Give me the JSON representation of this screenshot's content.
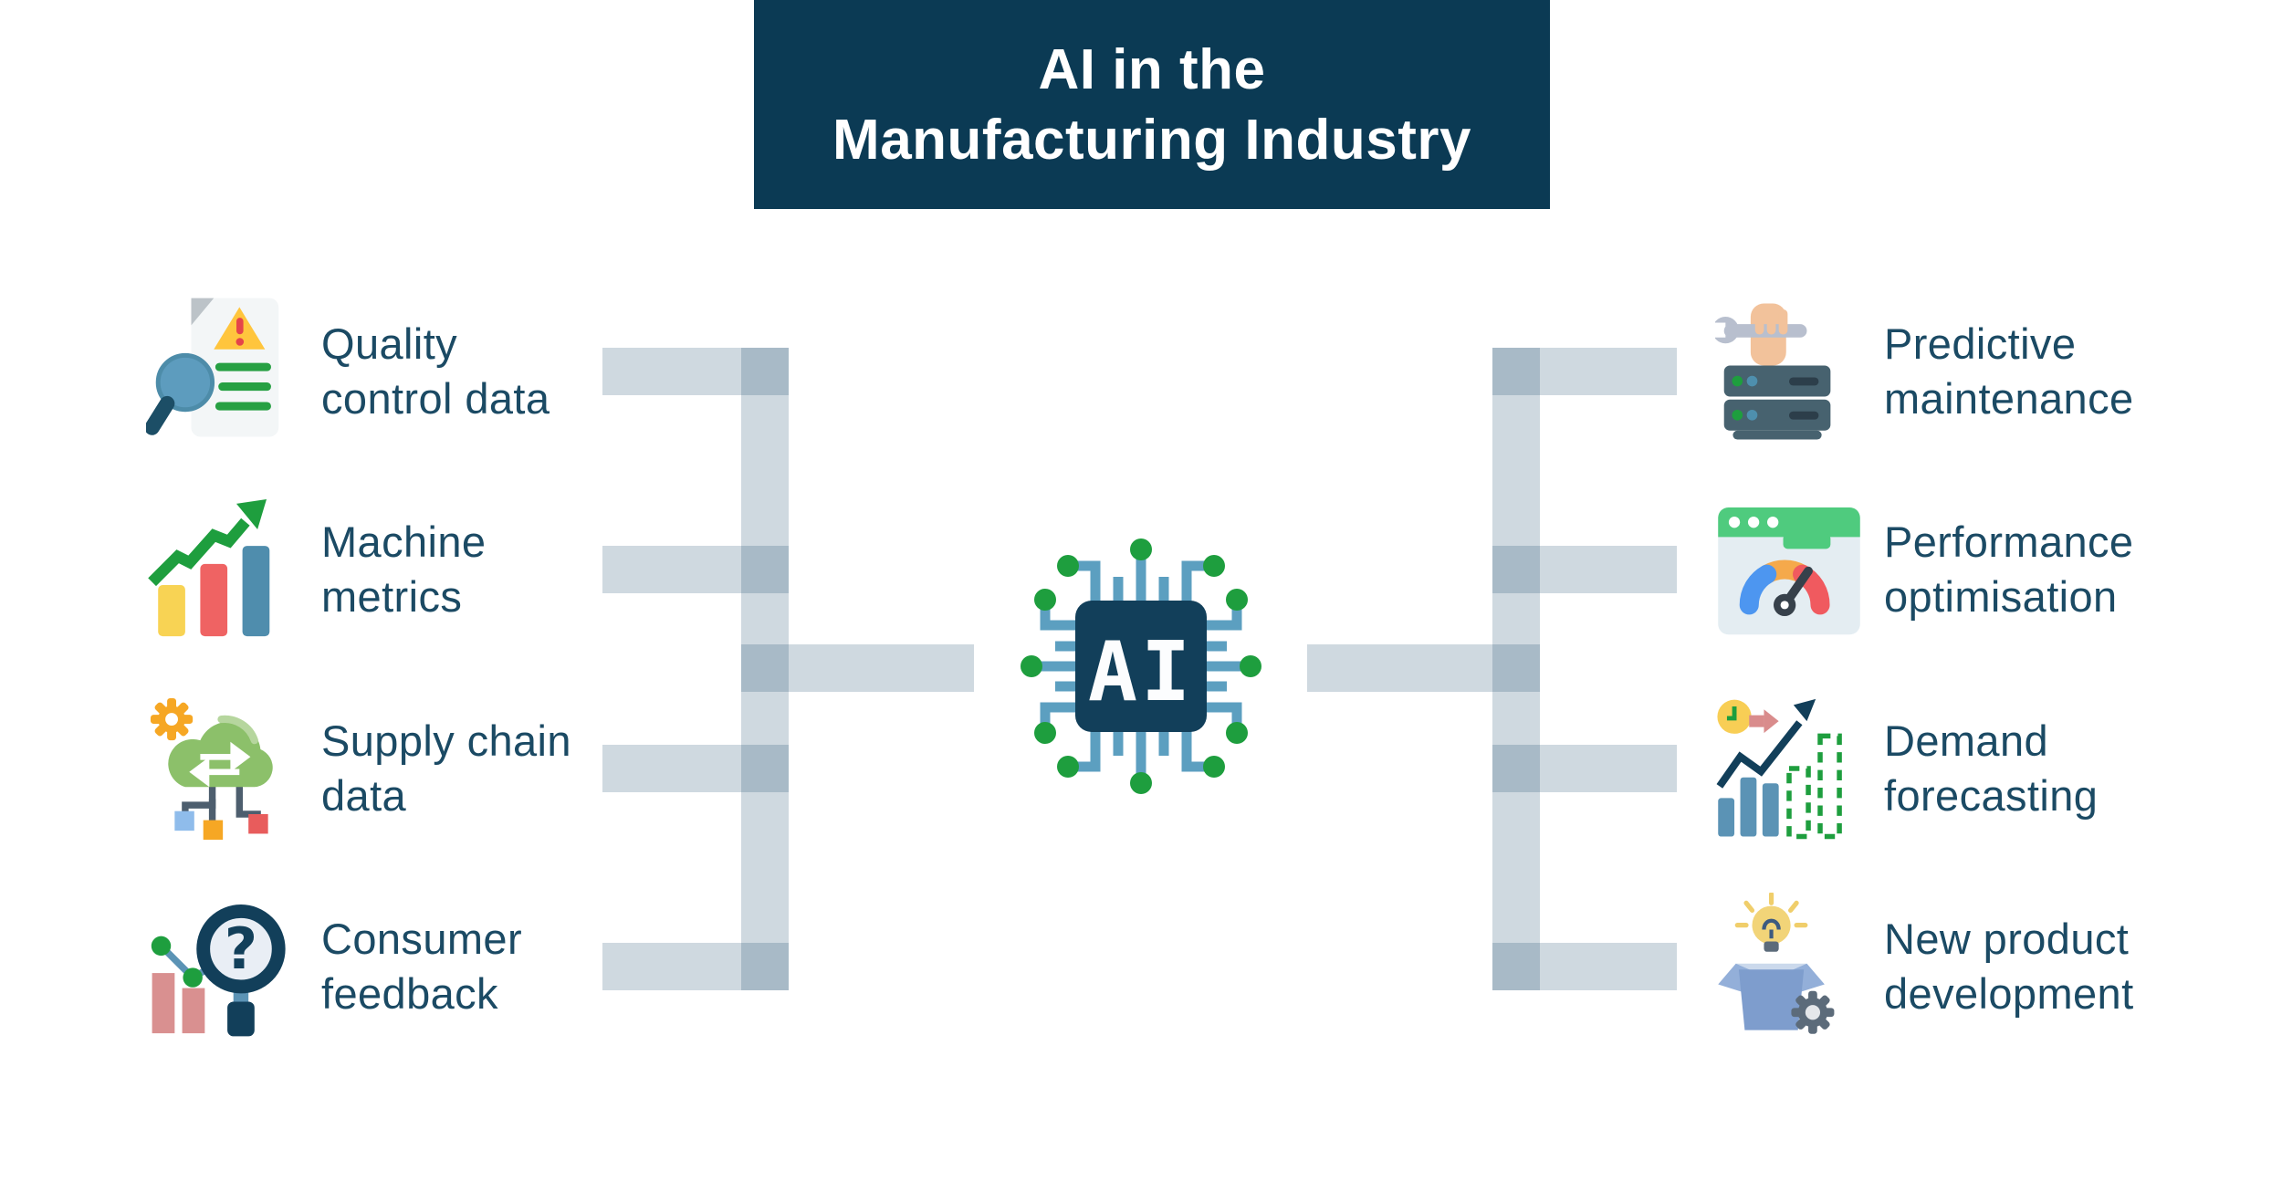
{
  "title": {
    "line1": "AI in the",
    "line2": "Manufacturing Industry"
  },
  "center": {
    "chip_label": "AI",
    "chip_icon": "ai-chip-icon"
  },
  "left_items": [
    {
      "icon": "quality-control-icon",
      "label_line1": "Quality",
      "label_line2": "control data"
    },
    {
      "icon": "machine-metrics-icon",
      "label_line1": "Machine",
      "label_line2": "metrics"
    },
    {
      "icon": "supply-chain-icon",
      "label_line1": "Supply chain",
      "label_line2": "data"
    },
    {
      "icon": "consumer-feedback-icon",
      "label_line1": "Consumer",
      "label_line2": "feedback"
    }
  ],
  "right_items": [
    {
      "icon": "predictive-maintenance-icon",
      "label_line1": "Predictive",
      "label_line2": "maintenance"
    },
    {
      "icon": "performance-optimisation-icon",
      "label_line1": "Performance",
      "label_line2": "optimisation"
    },
    {
      "icon": "demand-forecasting-icon",
      "label_line1": "Demand",
      "label_line2": "forecasting"
    },
    {
      "icon": "new-product-development-icon",
      "label_line1": "New product",
      "label_line2": "development"
    }
  ],
  "icon_glyphs": {
    "question_mark": "?"
  },
  "colors": {
    "banner_bg": "#0b3a54",
    "title_text": "#ffffff",
    "label_text": "#1b4a64",
    "connector": "rgba(15,64,98,0.20)",
    "connector_overlap": "#a7b8c5",
    "chip_body": "#123f5a",
    "trace_blue": "#5c9fc0",
    "dot_green": "#1e9e3e",
    "accent_yellow": "#f8d354",
    "accent_red": "#ef6363",
    "accent_steel_blue": "#4f8dad",
    "accent_green": "#27a043",
    "accent_orange": "#f6a724",
    "accent_rose": "#d99090"
  }
}
